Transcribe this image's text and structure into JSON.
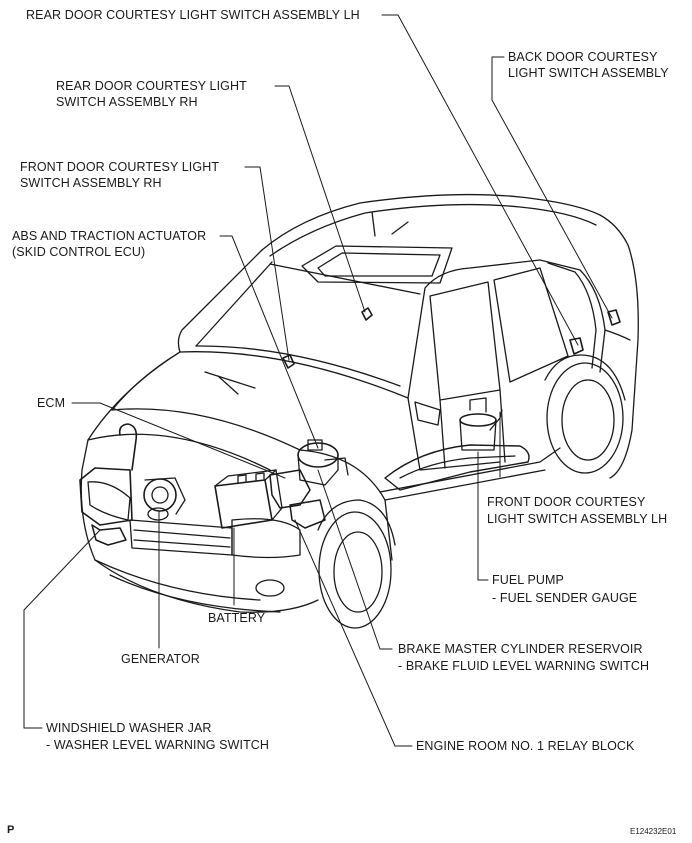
{
  "labels": {
    "rear_door_lh": "REAR DOOR COURTESY LIGHT SWITCH ASSEMBLY LH",
    "back_door_1": "BACK DOOR COURTESY",
    "back_door_2": "LIGHT SWITCH ASSEMBLY",
    "rear_door_rh_1": "REAR DOOR COURTESY LIGHT",
    "rear_door_rh_2": "SWITCH ASSEMBLY RH",
    "front_door_rh_1": "FRONT DOOR COURTESY LIGHT",
    "front_door_rh_2": "SWITCH ASSEMBLY RH",
    "abs_1": "ABS AND TRACTION ACTUATOR",
    "abs_2": "(SKID CONTROL ECU)",
    "ecm": "ECM",
    "front_door_lh_1": "FRONT DOOR COURTESY",
    "front_door_lh_2": "LIGHT SWITCH ASSEMBLY LH",
    "fuel_pump_1": "FUEL PUMP",
    "fuel_pump_2": "- FUEL SENDER GAUGE",
    "battery": "BATTERY",
    "generator": "GENERATOR",
    "brake_1": "BRAKE MASTER CYLINDER RESERVOIR",
    "brake_2": "- BRAKE FLUID LEVEL WARNING SWITCH",
    "washer_1": "WINDSHIELD WASHER JAR",
    "washer_2": "- WASHER LEVEL WARNING SWITCH",
    "relay": "ENGINE ROOM NO. 1 RELAY BLOCK"
  },
  "footer": {
    "page_mark": "P",
    "figure_id": "E124232E01"
  }
}
